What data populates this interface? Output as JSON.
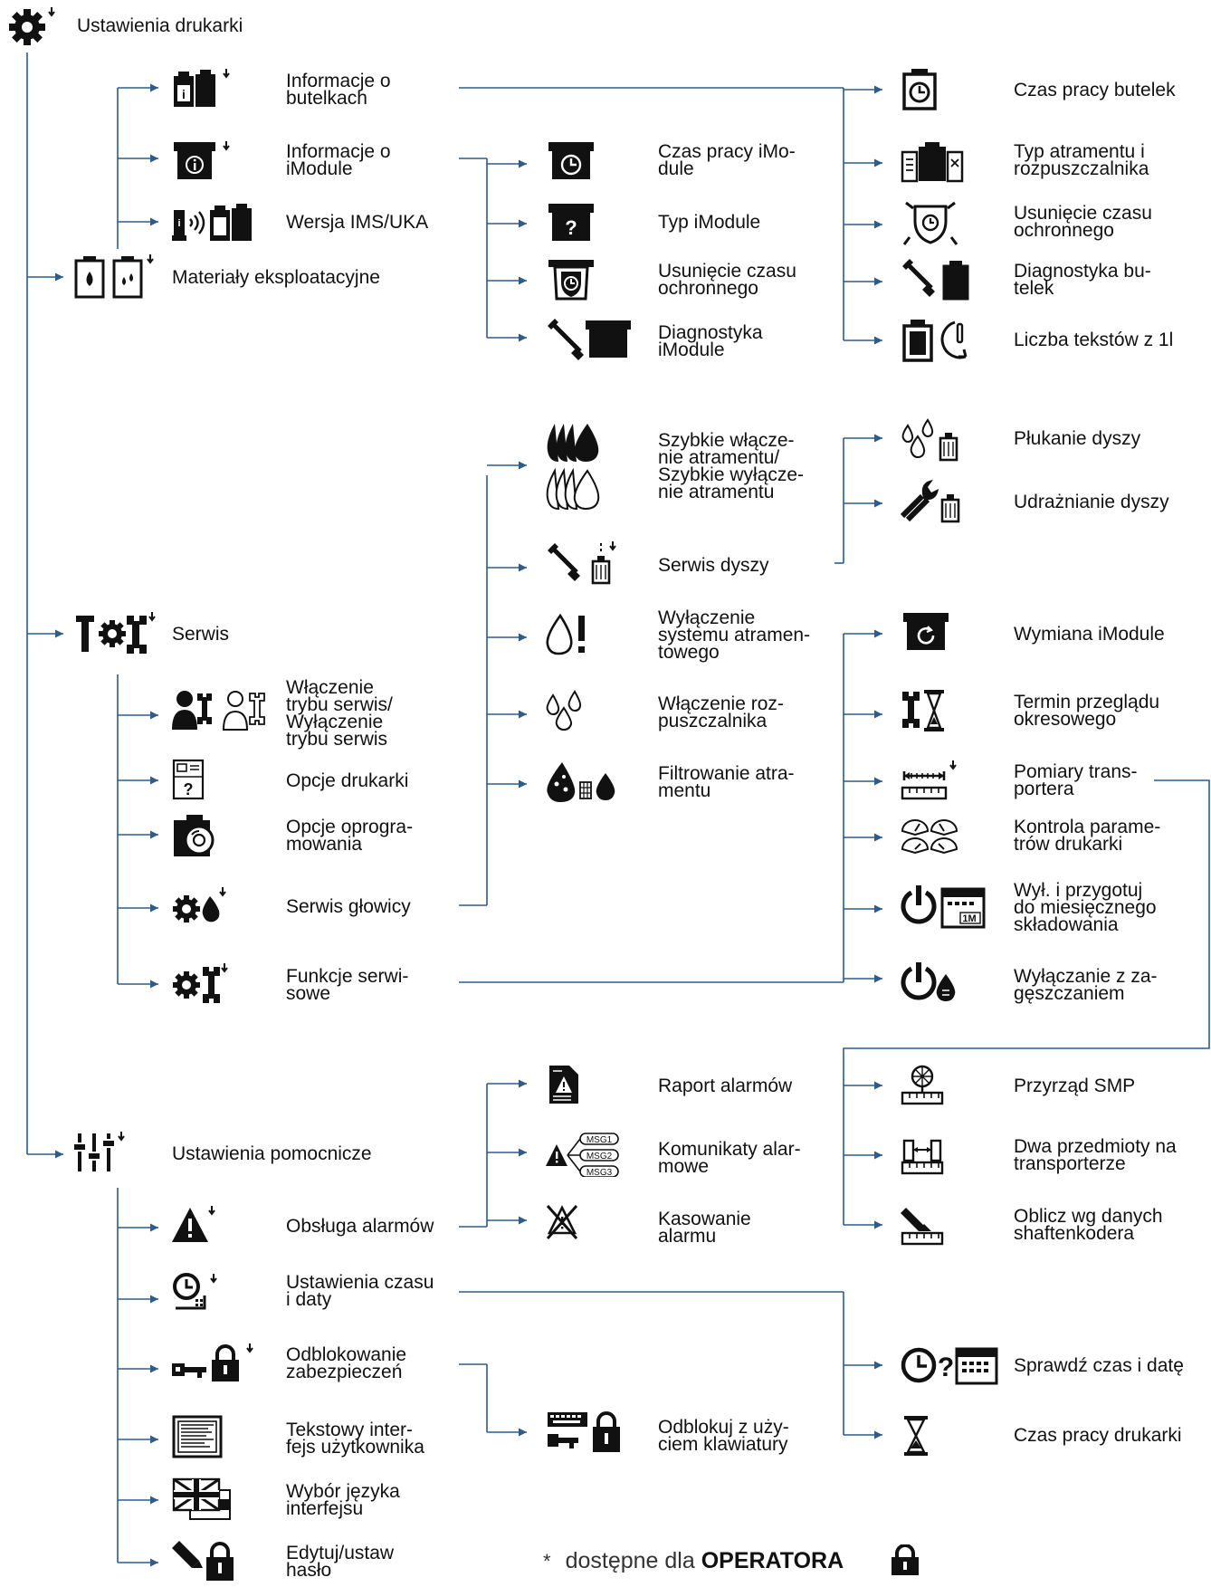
{
  "root": {
    "label": "Ustawienia drukarki",
    "icon": "gear-icon"
  },
  "materials": {
    "label": "Materiały eksploatacyjne",
    "icon": "ink-bottles-icon",
    "children": [
      {
        "label": "Informacje o\nbutelkach",
        "icon": "bottle-info-icon"
      },
      {
        "label": "Informacje o\niModule",
        "icon": "imodule-info-icon"
      },
      {
        "label": "Wersja IMS/UKA",
        "icon": "ims-version-icon"
      }
    ],
    "bottle_info": [
      {
        "label": "Czas pracy butelek",
        "icon": "bottle-timer-icon"
      },
      {
        "label": "Typ atramentu i\nrozpuszczalnika",
        "icon": "ink-solvent-type-icon"
      },
      {
        "label": "Usunięcie czasu\nochronnego",
        "icon": "shield-clock-icon"
      },
      {
        "label": "Diagnostyka bu-\ntelek",
        "icon": "bottle-diagnostics-icon"
      },
      {
        "label": "Liczba tekstów z 1l",
        "icon": "bottle-text-count-icon"
      }
    ],
    "imodule_info": [
      {
        "label": "Czas pracy iMo-\ndule",
        "icon": "imodule-timer-icon"
      },
      {
        "label": "Typ iModule",
        "icon": "imodule-type-icon"
      },
      {
        "label": "Usunięcie czasu\nochronnego",
        "icon": "shield-clock-icon"
      },
      {
        "label": "Diagnostyka\niModule",
        "icon": "imodule-diagnostics-icon"
      }
    ]
  },
  "service": {
    "label": "Serwis",
    "icon": "service-tools-icon",
    "children": [
      {
        "label": "Włączenie\ntrybu serwis/\nWyłączenie\ntrybu serwis",
        "icon": "service-mode-icon"
      },
      {
        "label": "Opcje drukarki",
        "icon": "printer-options-icon"
      },
      {
        "label": "Opcje oprogra-\nmowania",
        "icon": "software-options-icon"
      },
      {
        "label": "Serwis głowicy",
        "icon": "printhead-service-icon"
      },
      {
        "label": "Funkcje serwi-\nsowe",
        "icon": "service-functions-icon"
      }
    ],
    "printhead": [
      {
        "label": "Szybkie włącze-\nnie atramentu/\nSzybkie wyłącze-\nnie atramentu",
        "icon": "quick-ink-icon"
      },
      {
        "label": "Serwis dyszy",
        "icon": "nozzle-service-icon"
      },
      {
        "label": "Wyłączenie\nsystemu atramen-\ntowego",
        "icon": "ink-system-off-icon"
      },
      {
        "label": "Włączenie roz-\npuszczalnika",
        "icon": "solvent-on-icon"
      },
      {
        "label": "Filtrowanie atra-\nmentu",
        "icon": "ink-filter-icon"
      }
    ],
    "nozzle": [
      {
        "label": "Płukanie dyszy",
        "icon": "nozzle-flush-icon"
      },
      {
        "label": "Udrażnianie dyszy",
        "icon": "nozzle-unclog-icon"
      }
    ],
    "functions": [
      {
        "label": "Wymiana iModule",
        "icon": "imodule-replace-icon"
      },
      {
        "label": "Termin przeglądu\nokresowego",
        "icon": "maintenance-date-icon"
      },
      {
        "label": "Pomiary trans-\nportera",
        "icon": "conveyor-measure-icon"
      },
      {
        "label": "Kontrola parame-\ntrów drukarki",
        "icon": "parameters-gauge-icon"
      },
      {
        "label": "Wył. i przygotuj\ndo miesięcznego\nskładowania",
        "icon": "power-storage-icon"
      },
      {
        "label": "Wyłączanie z za-\ngęszczaniem",
        "icon": "power-thicken-icon"
      }
    ],
    "conveyor": [
      {
        "label": "Przyrząd SMP",
        "icon": "smp-tool-icon"
      },
      {
        "label": "Dwa przedmioty na\ntransporterze",
        "icon": "two-objects-icon"
      },
      {
        "label": "Oblicz wg danych\nshaftenkodera",
        "icon": "shaft-encoder-icon"
      }
    ]
  },
  "auxiliary": {
    "label": "Ustawienia pomocnicze",
    "icon": "sliders-icon",
    "children": [
      {
        "label": "Obsługa alarmów",
        "icon": "alarm-icon"
      },
      {
        "label": "Ustawienia czasu\ni daty",
        "icon": "clock-settings-icon"
      },
      {
        "label": "Odblokowanie\nzabezpieczeń",
        "icon": "key-lock-icon"
      },
      {
        "label": "Tekstowy inter-\nfejs użytkownika",
        "icon": "text-ui-icon"
      },
      {
        "label": "Wybór języka\ninterfejsu",
        "icon": "language-flags-icon"
      },
      {
        "label": "Edytuj/ustaw\nhasło",
        "icon": "password-edit-icon"
      }
    ],
    "alarms": [
      {
        "label": "Raport alarmów",
        "icon": "alarm-report-icon"
      },
      {
        "label": "Komunikaty alar-\nmowe",
        "icon": "alarm-messages-icon",
        "msg_labels": [
          "MSG1",
          "MSG2",
          "MSG3"
        ]
      },
      {
        "label": "Kasowanie\nalarmu",
        "icon": "alarm-clear-icon"
      }
    ],
    "time": [
      {
        "label": "Sprawdź czas i datę",
        "icon": "check-time-date-icon"
      },
      {
        "label": "Czas pracy drukarki",
        "icon": "printer-runtime-icon"
      }
    ],
    "unlock": [
      {
        "label": "Odblokuj z uży-\nciem klawiatury",
        "icon": "keyboard-unlock-icon"
      }
    ]
  },
  "footnote": {
    "marker": "*",
    "text": "dostępne dla",
    "bold": "OPERATORA",
    "icon": "padlock-icon"
  },
  "colors": {
    "line": "#2d5c8a",
    "icon": "#111111",
    "text": "#111111"
  }
}
